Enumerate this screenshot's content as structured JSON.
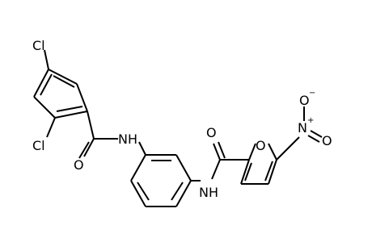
{
  "molecule": {
    "atom_labels": {
      "cl_top": "Cl",
      "cl_left": "Cl",
      "o_amide1": "O",
      "n_amide1": "NH",
      "n_amide2": "NH",
      "o_amide2": "O",
      "o_furan": "O",
      "n_nitro": "N",
      "o_nitro_top": "O",
      "o_nitro_right": "O",
      "charge_plus": "+",
      "charge_minus": "−"
    }
  }
}
